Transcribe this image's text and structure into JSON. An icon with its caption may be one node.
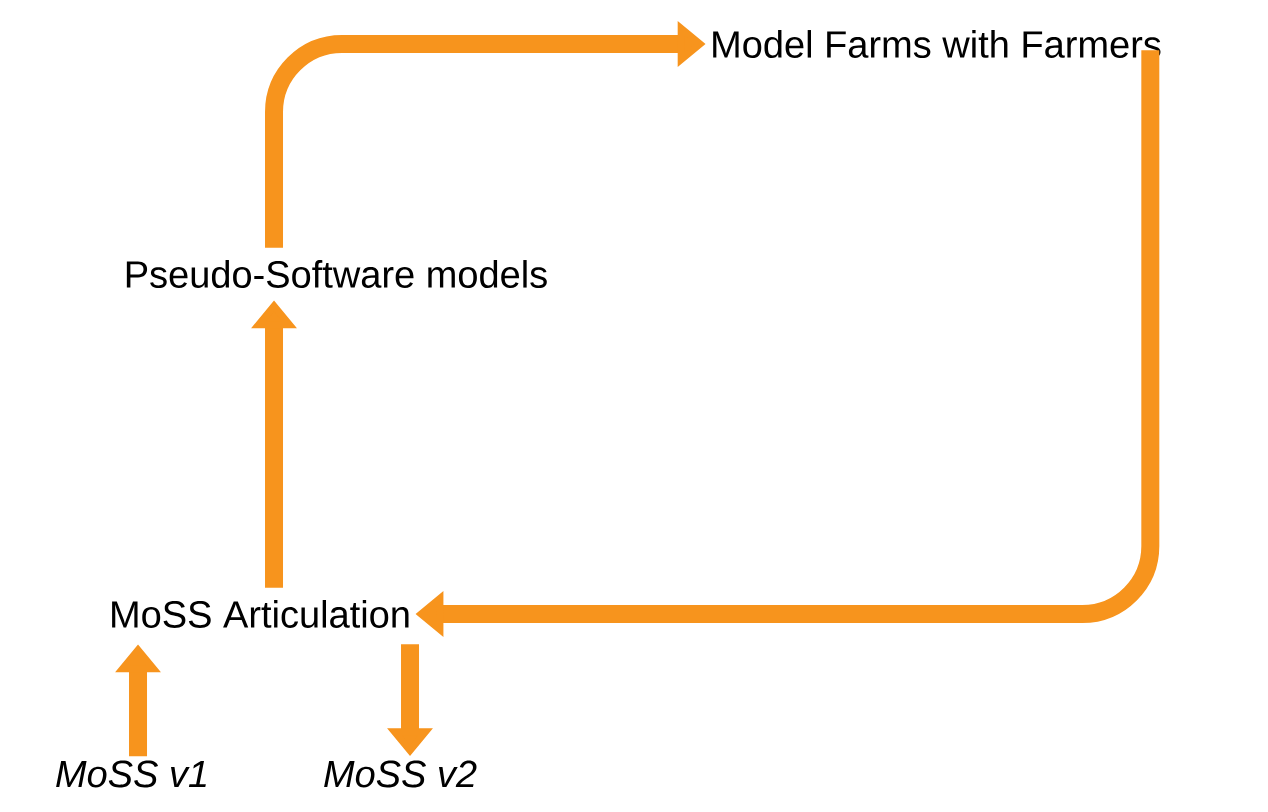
{
  "diagram": {
    "nodes": [
      {
        "text": [
          "Model Farms with Farmers"
        ]
      },
      {
        "text": [
          "Pseudo-Software models"
        ]
      },
      {
        "text": [
          "MoSS Articulation"
        ]
      },
      {
        "text": [
          "MoSS v1"
        ]
      },
      {
        "text": [
          "MoSS v2"
        ]
      }
    ],
    "edges": [
      {
        "from": 1,
        "to": 0,
        "arrow": "to"
      },
      {
        "from": 0,
        "to": 2,
        "arrow": "to"
      },
      {
        "from": 2,
        "to": 1,
        "arrow": "to"
      },
      {
        "from": 3,
        "to": 2,
        "arrow": "to"
      },
      {
        "from": 2,
        "to": 4,
        "arrow": "to"
      }
    ]
  }
}
